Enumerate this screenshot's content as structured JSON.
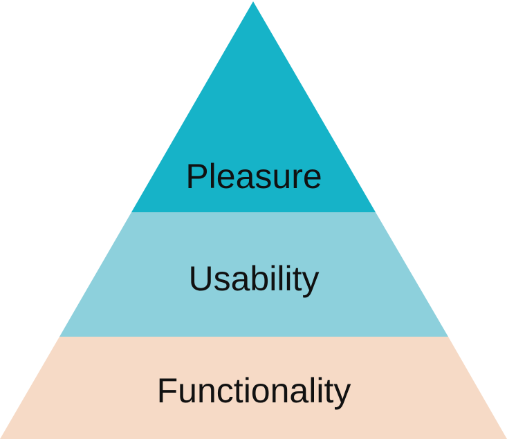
{
  "diagram": {
    "tiers": [
      {
        "label": "Pleasure",
        "color": "#16b3c8"
      },
      {
        "label": "Usability",
        "color": "#8dd0dc"
      },
      {
        "label": "Functionality",
        "color": "#f6dac6"
      }
    ]
  }
}
